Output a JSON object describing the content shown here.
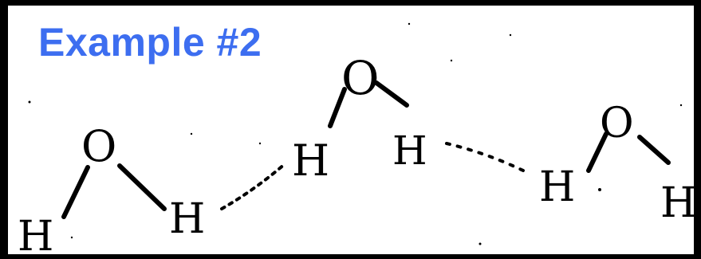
{
  "title": "Example #2",
  "atoms": {
    "o1": "O",
    "h1a": "H",
    "h1b": "H",
    "o2": "O",
    "h2a": "H",
    "h2b": "H",
    "o3": "O",
    "h3a": "H",
    "h3b": "H"
  },
  "colors": {
    "title": "#3d6ef0",
    "ink": "#000000",
    "border": "#000000"
  }
}
